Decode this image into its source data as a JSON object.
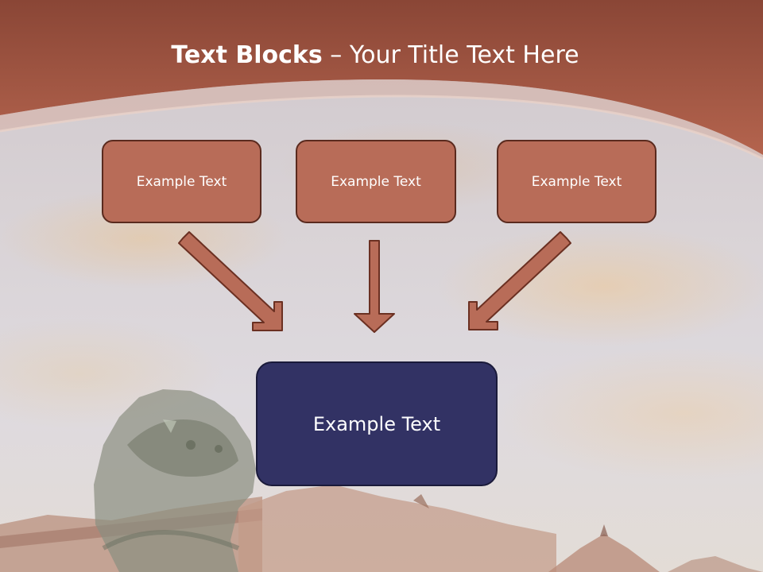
{
  "slide": {
    "title_bold": "Text Blocks",
    "title_separator": " – ",
    "title_rest": "Your Title Text Here"
  },
  "blocks": {
    "top": [
      {
        "label": "Example Text"
      },
      {
        "label": "Example Text"
      },
      {
        "label": "Example Text"
      }
    ],
    "main": {
      "label": "Example Text"
    }
  },
  "colors": {
    "banner": "#a55a46",
    "top_box_fill": "#b86c58",
    "top_box_border": "#5a2a1e",
    "main_box_fill": "#323264",
    "arrow_fill": "#b86c58",
    "arrow_stroke": "#6b3022",
    "title_text": "#ffffff"
  }
}
